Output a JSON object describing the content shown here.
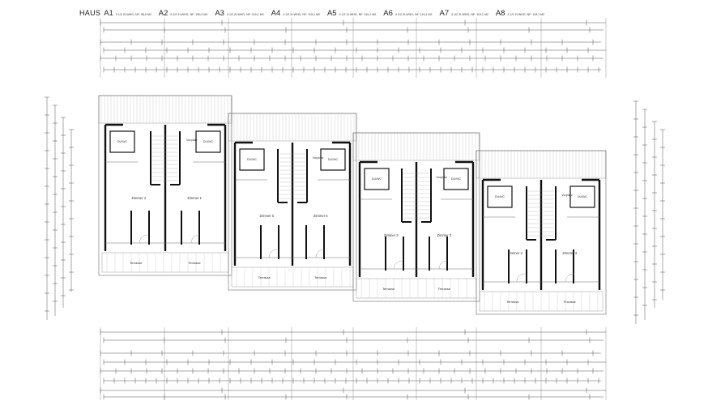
{
  "header": {
    "haus_label": "HAUS",
    "houses": [
      {
        "code": "A1",
        "desc": "3 1/2 ZI-WHG, NF: 98,0 M2"
      },
      {
        "code": "A2",
        "desc": "5 1/2 ZI-WHG, NF: 150,2 M2"
      },
      {
        "code": "A3",
        "desc": "4 1/2 ZI-WHG, NF: 119,1 M2"
      },
      {
        "code": "A4",
        "desc": "4 1/2 ZI-WHG, NF: 119,1 M2"
      },
      {
        "code": "A5",
        "desc": "4 1/2 ZI-WHG, NF: 119,1 M2"
      },
      {
        "code": "A6",
        "desc": "4 1/2 ZI-WHG, NF: 119,1 M2"
      },
      {
        "code": "A7",
        "desc": "4 1/2 ZI-WHG, NF: 119,1 M2"
      },
      {
        "code": "A8",
        "desc": "4 1/2 ZI-WHG, NF: 119,1 M2"
      }
    ]
  },
  "units": [
    {
      "id": "a1",
      "zimmer": "Zimmer 4",
      "zimmer2": "Zimmer 1",
      "vorplatz": "Vorplatz",
      "duwc": "DU/WC",
      "terrasse": "Terrasse"
    },
    {
      "id": "a3",
      "zimmer": "Zimmer 5",
      "zimmer2": "Zimmer 5",
      "vorplatz": "Vorplatz",
      "duwc": "DU/WC",
      "terrasse": "Terrasse"
    },
    {
      "id": "a5",
      "zimmer": "Zimmer 3",
      "zimmer2": "Zimmer 3",
      "vorplatz": "Vorplatz",
      "duwc": "DU/WC",
      "terrasse": "Terrasse"
    },
    {
      "id": "a7",
      "zimmer": "Zimmer 3",
      "zimmer2": "Zimmer 3",
      "vorplatz": "Vorplatz",
      "duwc": "DU/WC",
      "terrasse": "Terrasse"
    }
  ],
  "colors": {
    "wall": "#111111",
    "line": "#6a6a6a",
    "fine": "#9a9a9a"
  }
}
